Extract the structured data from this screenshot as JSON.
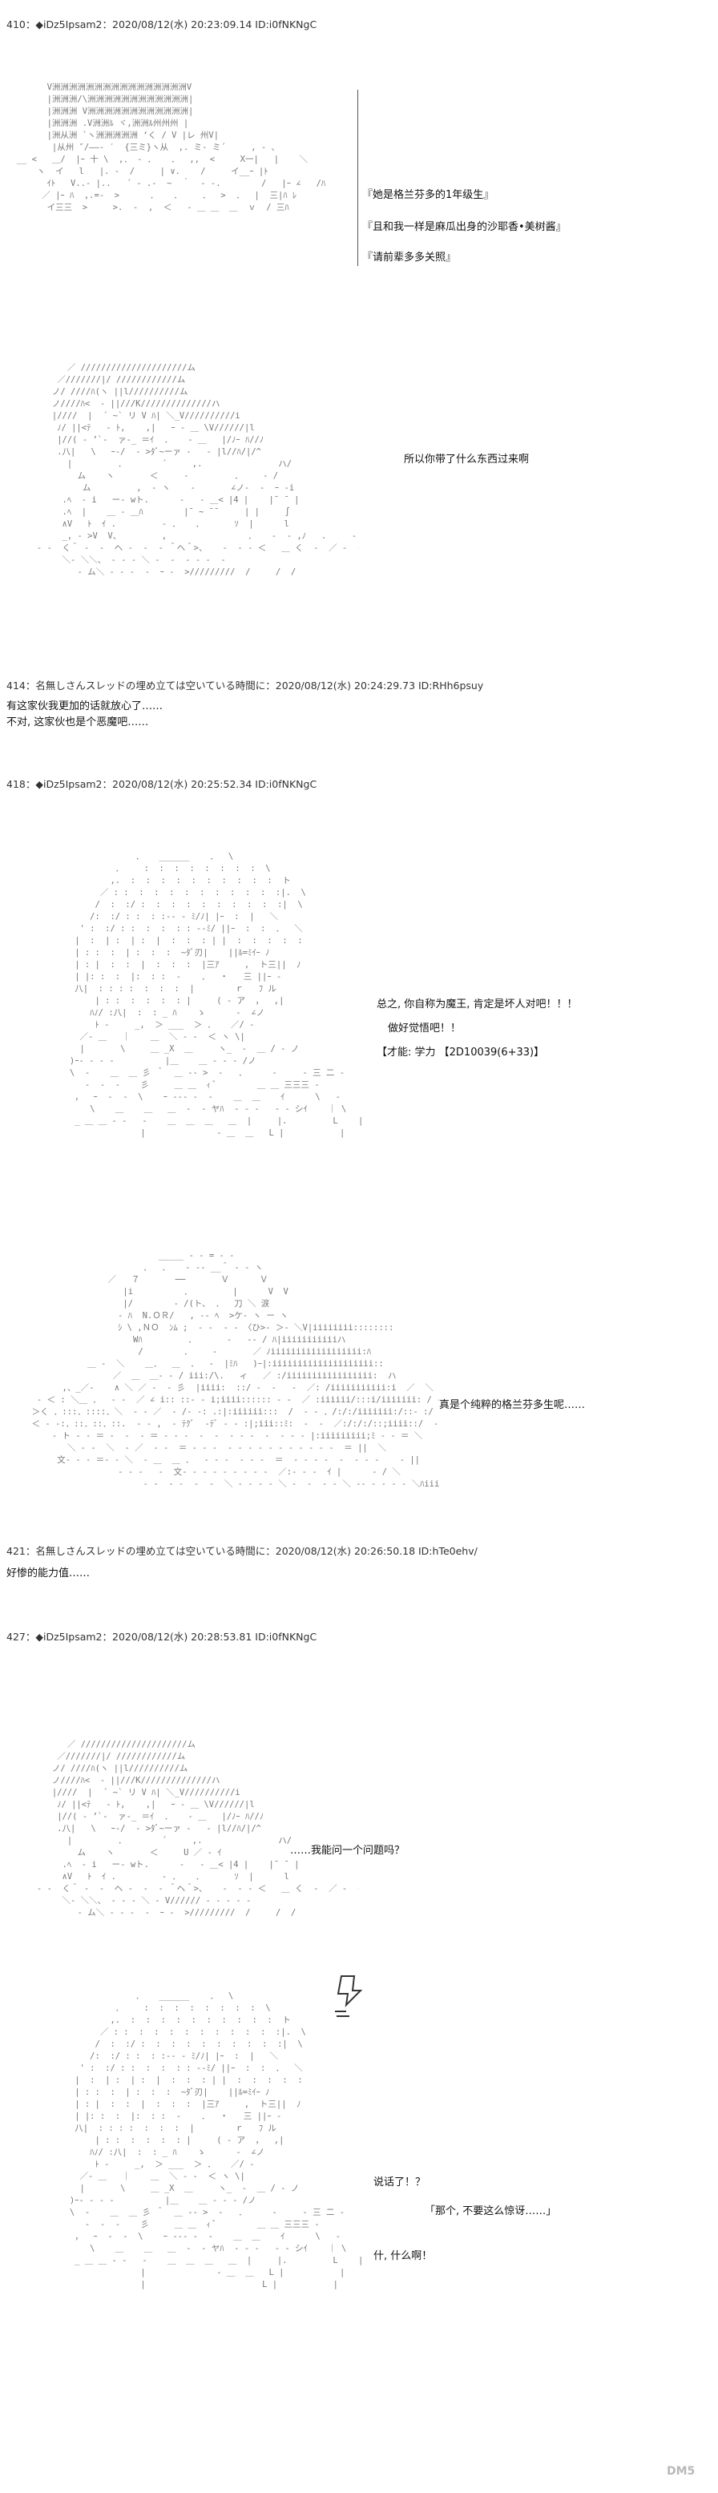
{
  "posts": [
    {
      "header": "410：◆iDz5Ipsam2：2020/08/12(水) 20:23:09.14 ID:i0fNKNgC",
      "lines": [
        "『她是格兰芬多的1年级生』",
        "『且和我一样是麻瓜出身的沙耶香•美树酱』",
        "『请前辈多多关照』"
      ],
      "lines2": [
        "所以你带了什么东西过来啊"
      ]
    },
    {
      "header": "414：名無しさんスレッドの埋め立ては空いている時間に：2020/08/12(水) 20:24:29.73 ID:RHh6psuy",
      "reply": [
        "有这家伙我更加的话就放心了……",
        "不对, 这家伙也是个恶魔吧……"
      ]
    },
    {
      "header": "418：◆iDz5Ipsam2：2020/08/12(水) 20:25:52.34 ID:i0fNKNgC",
      "lines": [
        "总之, 你自称为魔王, 肯定是坏人对吧！！！",
        "做好觉悟吧！！"
      ],
      "stat": "【才能: 学力 【2D10039(6+33)】",
      "lines2": [
        "真是个纯粹的格兰芬多生呢……"
      ]
    },
    {
      "header": "421：名無しさんスレッドの埋め立ては空いている時間に：2020/08/12(水) 20:26:50.18 ID:hTe0ehv/",
      "reply": [
        "好惨的能力值……"
      ]
    },
    {
      "header": "427：◆iDz5Ipsam2：2020/08/12(水) 20:28:53.81 ID:i0fNKNgC",
      "lines": [
        "……我能问一个问题吗？"
      ],
      "lines2": [
        "说话了！？",
        "「那个, 不要这么惊讶……」",
        "什, 什么啊！"
      ]
    }
  ],
  "watermark": "DM5"
}
